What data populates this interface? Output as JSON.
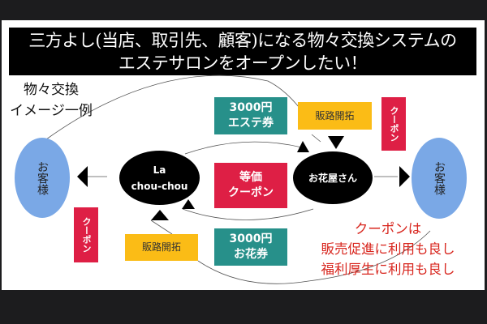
{
  "title": {
    "line1": "三方よし(当店、取引先、顧客)になる物々交換システムの",
    "line2": "エステサロンをオープンしたい！"
  },
  "label": {
    "line1": "物々交換",
    "line2": "イメージ一例"
  },
  "nodes": {
    "customer_left": "お客様",
    "customer_right": "お客様",
    "salon_line1": "La",
    "salon_line2": "chou-chou",
    "florist": "お花屋さん"
  },
  "boxes": {
    "esthe_ticket": {
      "line1": "3000円",
      "line2": "エステ券"
    },
    "flower_ticket": {
      "line1": "3000円",
      "line2": "お花券"
    },
    "equal_coupon": {
      "line1": "等価",
      "line2": "クーポン"
    },
    "channel_top": "販路開拓",
    "channel_bottom": "販路開拓",
    "coupon_right": "クーポン",
    "coupon_left": "クーポン"
  },
  "note": {
    "line1": "クーポンは",
    "line2": "販売促進に利用も良し",
    "line3": "福利厚生に利用も良し"
  },
  "colors": {
    "teal": "#27908a",
    "yellow": "#fbbc16",
    "red": "#de1f45",
    "blue": "#7aa8e6",
    "note": "#d8261e"
  }
}
